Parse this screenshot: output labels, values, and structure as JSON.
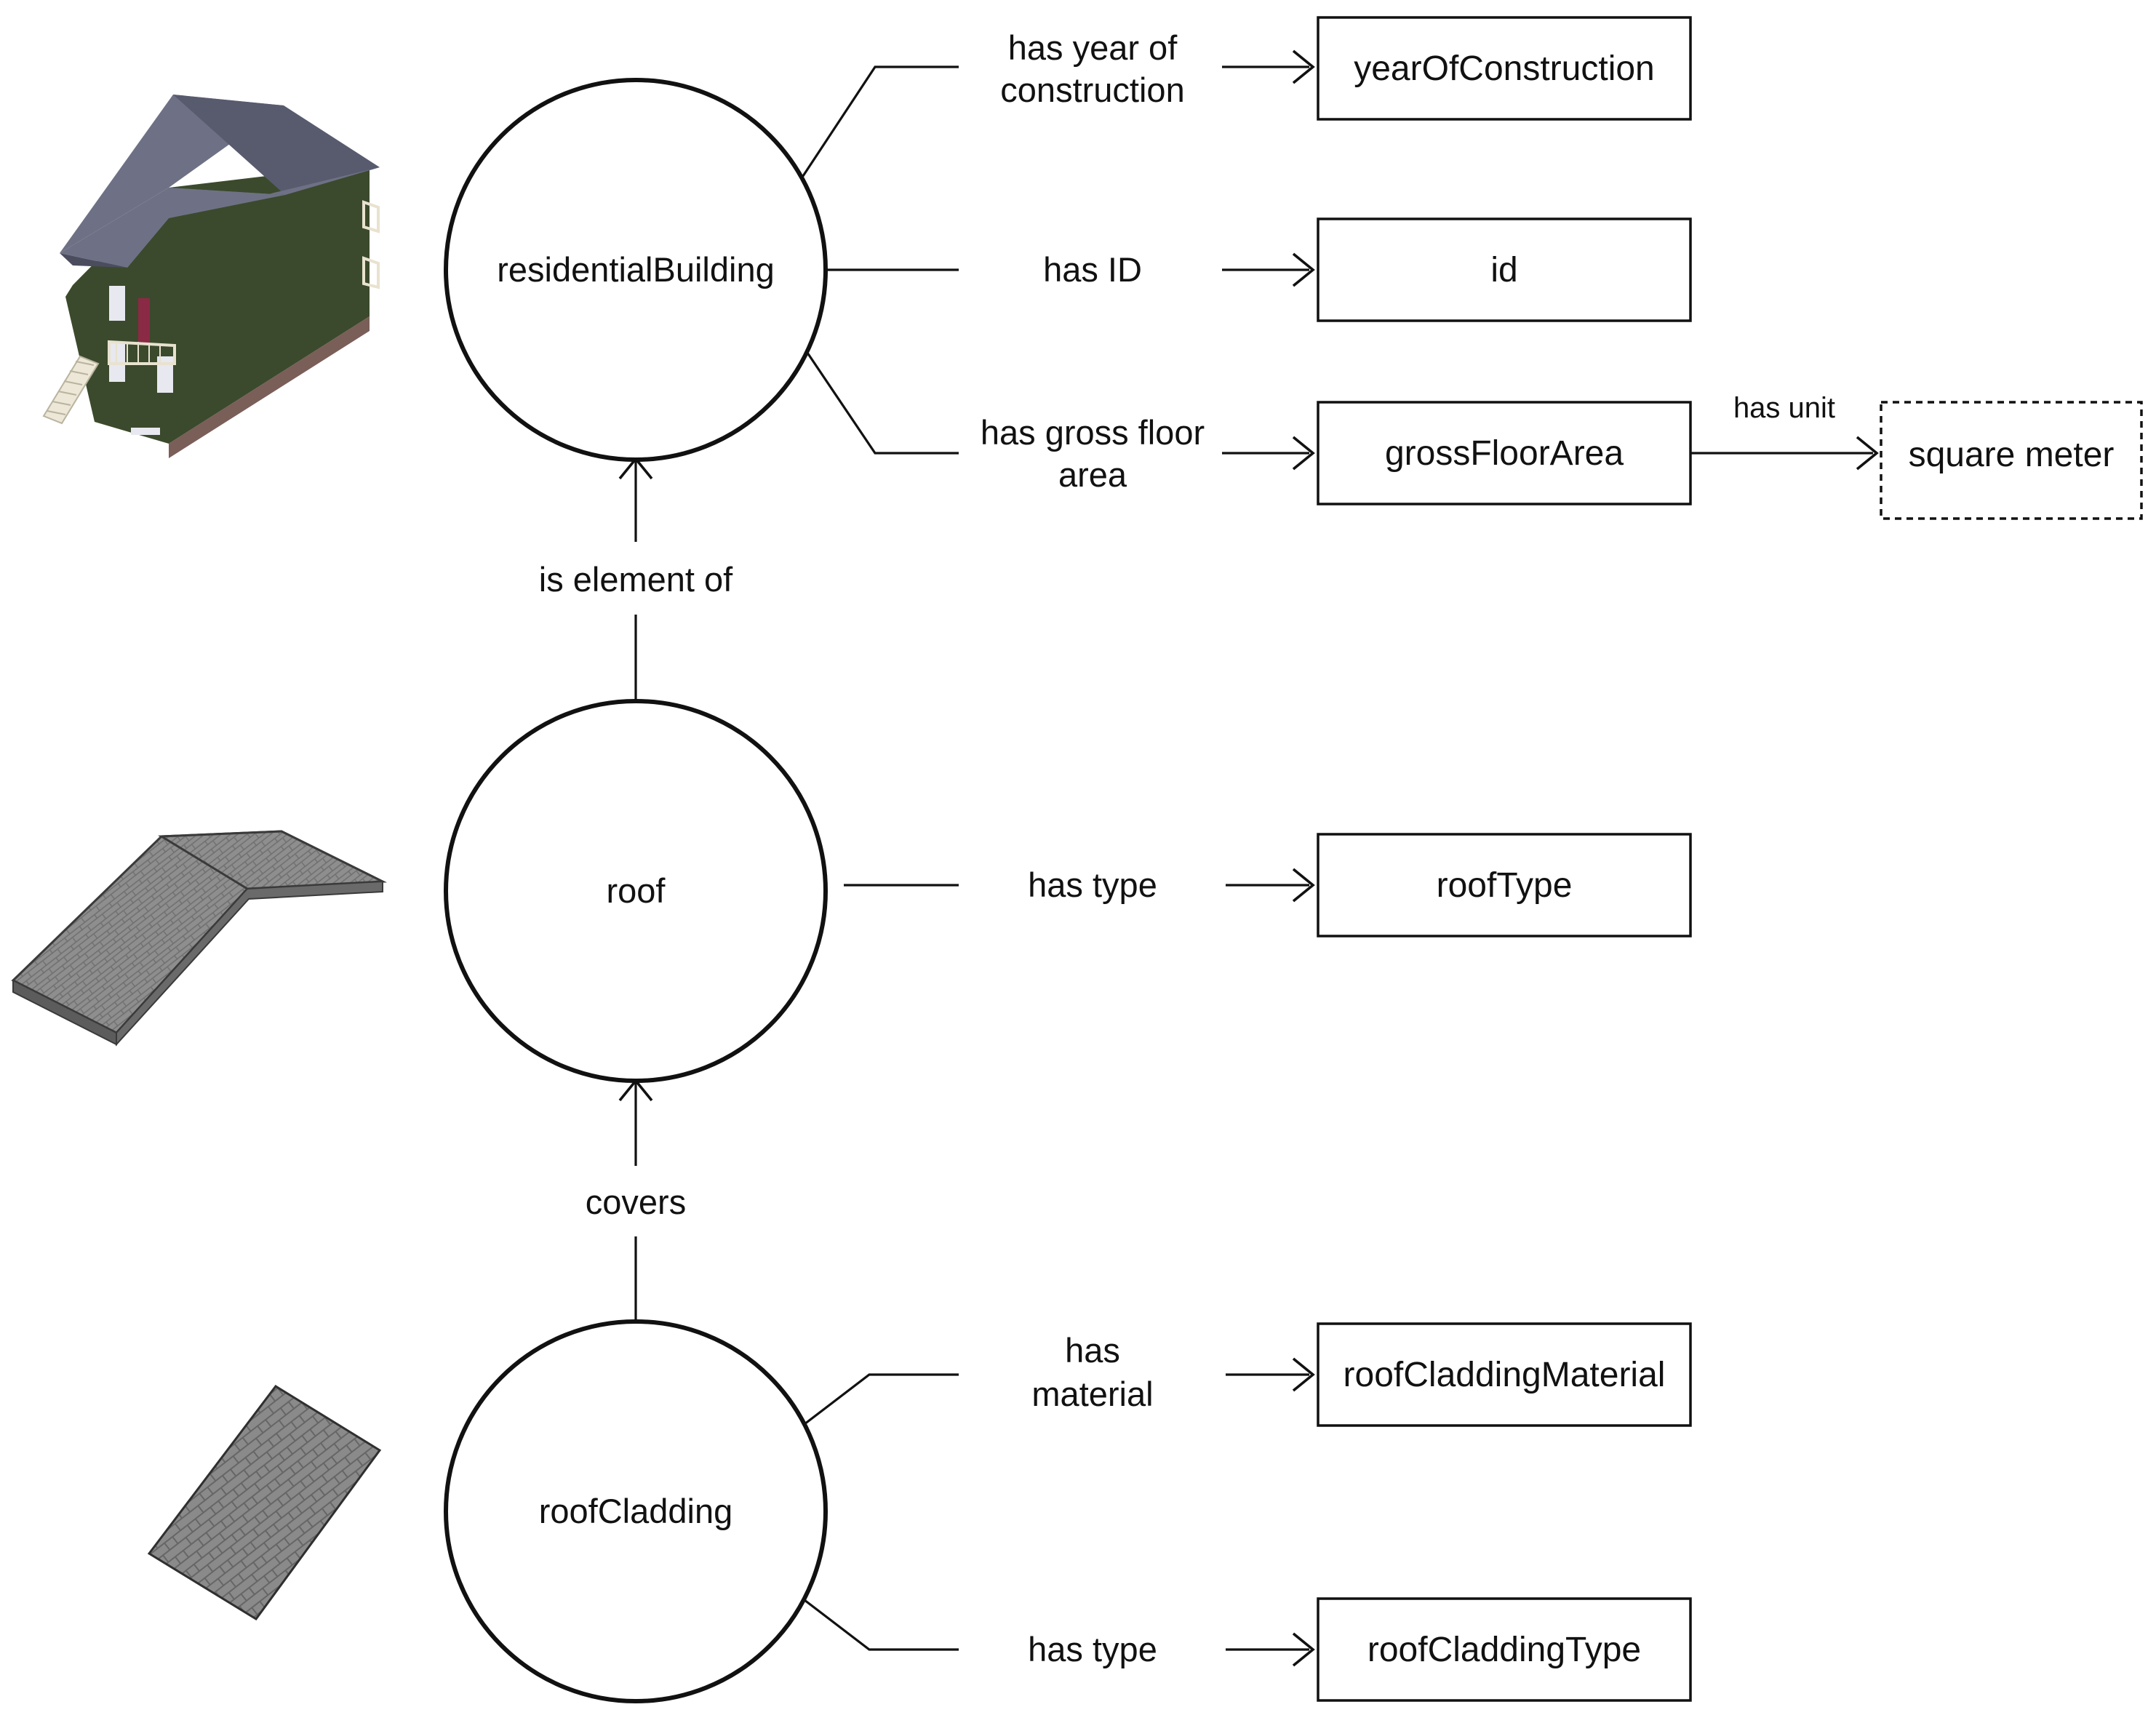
{
  "nodes": {
    "residential_building": "residentialBuilding",
    "roof": "roof",
    "roof_cladding": "roofCladding"
  },
  "attributes": {
    "year_of_construction": "yearOfConstruction",
    "id": "id",
    "gross_floor_area": "grossFloorArea",
    "square_meter": "square meter",
    "roof_type": "roofType",
    "roof_cladding_material": "roofCladdingMaterial",
    "roof_cladding_type": "roofCladdingType"
  },
  "relations": {
    "has_year_of_construction": [
      "has year of",
      "construction"
    ],
    "has_id": "has ID",
    "has_gross_floor_area": [
      "has gross floor",
      "area"
    ],
    "has_unit": "has unit",
    "is_element_of": "is element of",
    "roof_has_type": "has type",
    "covers": "covers",
    "has_material": [
      "has",
      "material"
    ],
    "cladding_has_type": "has type"
  },
  "icons": {
    "house": "house-3d-icon",
    "roof": "roof-3d-icon",
    "cladding": "roof-cladding-tile-icon"
  },
  "colors": {
    "house_wall": "#3b4a2c",
    "house_roof": "#6e7185",
    "house_base": "#7a5e58",
    "roof_surface": "#8c8c8c",
    "cladding_surface": "#8a8a8a"
  }
}
